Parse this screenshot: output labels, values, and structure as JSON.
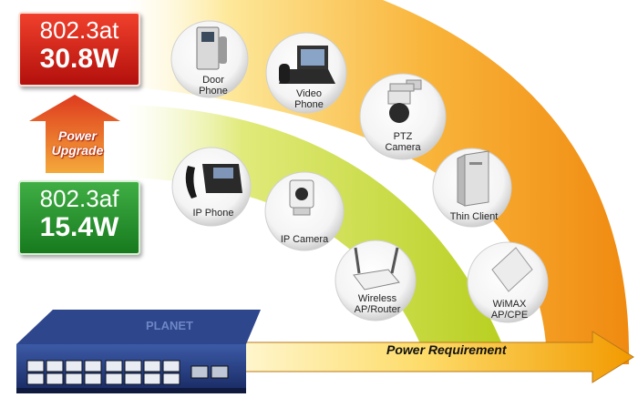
{
  "standards": {
    "at": {
      "name": "802.3at",
      "power": "30.8W",
      "color": "#d9261a"
    },
    "af": {
      "name": "802.3af",
      "power": "15.4W",
      "color": "#2e9a34"
    }
  },
  "upgrade": {
    "line1": "Power",
    "line2": "Upgrade"
  },
  "power_requirement_label": "Power Requirement",
  "devices_at": [
    {
      "name": "door-phone",
      "label": "Door\nPhone",
      "icon": "door-phone-icon"
    },
    {
      "name": "video-phone",
      "label": "Video\nPhone",
      "icon": "video-phone-icon"
    },
    {
      "name": "ptz-camera",
      "label": "PTZ\nCamera",
      "icon": "ptz-camera-icon"
    },
    {
      "name": "thin-client",
      "label": "Thin Client",
      "icon": "thin-client-icon"
    },
    {
      "name": "wimax-cpe",
      "label": "WiMAX\nAP/CPE",
      "icon": "wimax-cpe-icon"
    }
  ],
  "devices_af": [
    {
      "name": "ip-phone",
      "label": "IP Phone",
      "icon": "ip-phone-icon"
    },
    {
      "name": "ip-camera",
      "label": "IP Camera",
      "icon": "ip-camera-icon"
    },
    {
      "name": "wireless-router",
      "label": "Wireless\nAP/Router",
      "icon": "router-icon"
    }
  ],
  "switch": {
    "brand": "PLANET"
  },
  "colors": {
    "outer_band": "#f5a623",
    "inner_band": "#c6d72a",
    "arrow": "#f08c00"
  }
}
